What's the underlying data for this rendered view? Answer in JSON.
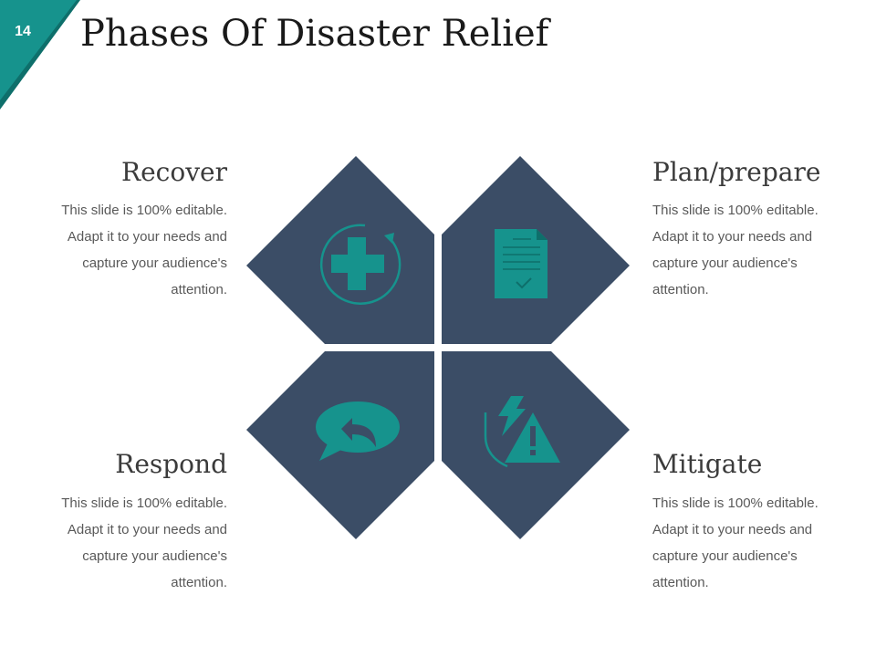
{
  "slide": {
    "number": "14",
    "title": "Phases Of Disaster Relief"
  },
  "colors": {
    "accent": "#16938d",
    "accent_dark": "#0e6f6b",
    "shape_fill": "#3b4d66",
    "heading_text": "#3b3b3b",
    "body_text": "#595959"
  },
  "phases": {
    "recover": {
      "title": "Recover",
      "icon": "medical-cross-refresh-icon",
      "lines": [
        "This slide is 100% editable.",
        "Adapt it to your needs and",
        "capture your audience's",
        "attention."
      ]
    },
    "plan": {
      "title": "Plan/prepare",
      "icon": "document-check-icon",
      "lines": [
        "This slide is 100% editable.",
        "Adapt it to your needs and",
        "capture your audience's",
        "attention."
      ]
    },
    "respond": {
      "title": "Respond",
      "icon": "speech-bubble-reply-icon",
      "lines": [
        "This slide is 100% editable.",
        "Adapt it to your needs and",
        "capture your audience's",
        "attention."
      ]
    },
    "mitigate": {
      "title": "Mitigate",
      "icon": "warning-lightning-shield-icon",
      "lines": [
        "This slide is 100% editable.",
        "Adapt it to your needs and",
        "capture your audience's",
        "attention."
      ]
    }
  }
}
